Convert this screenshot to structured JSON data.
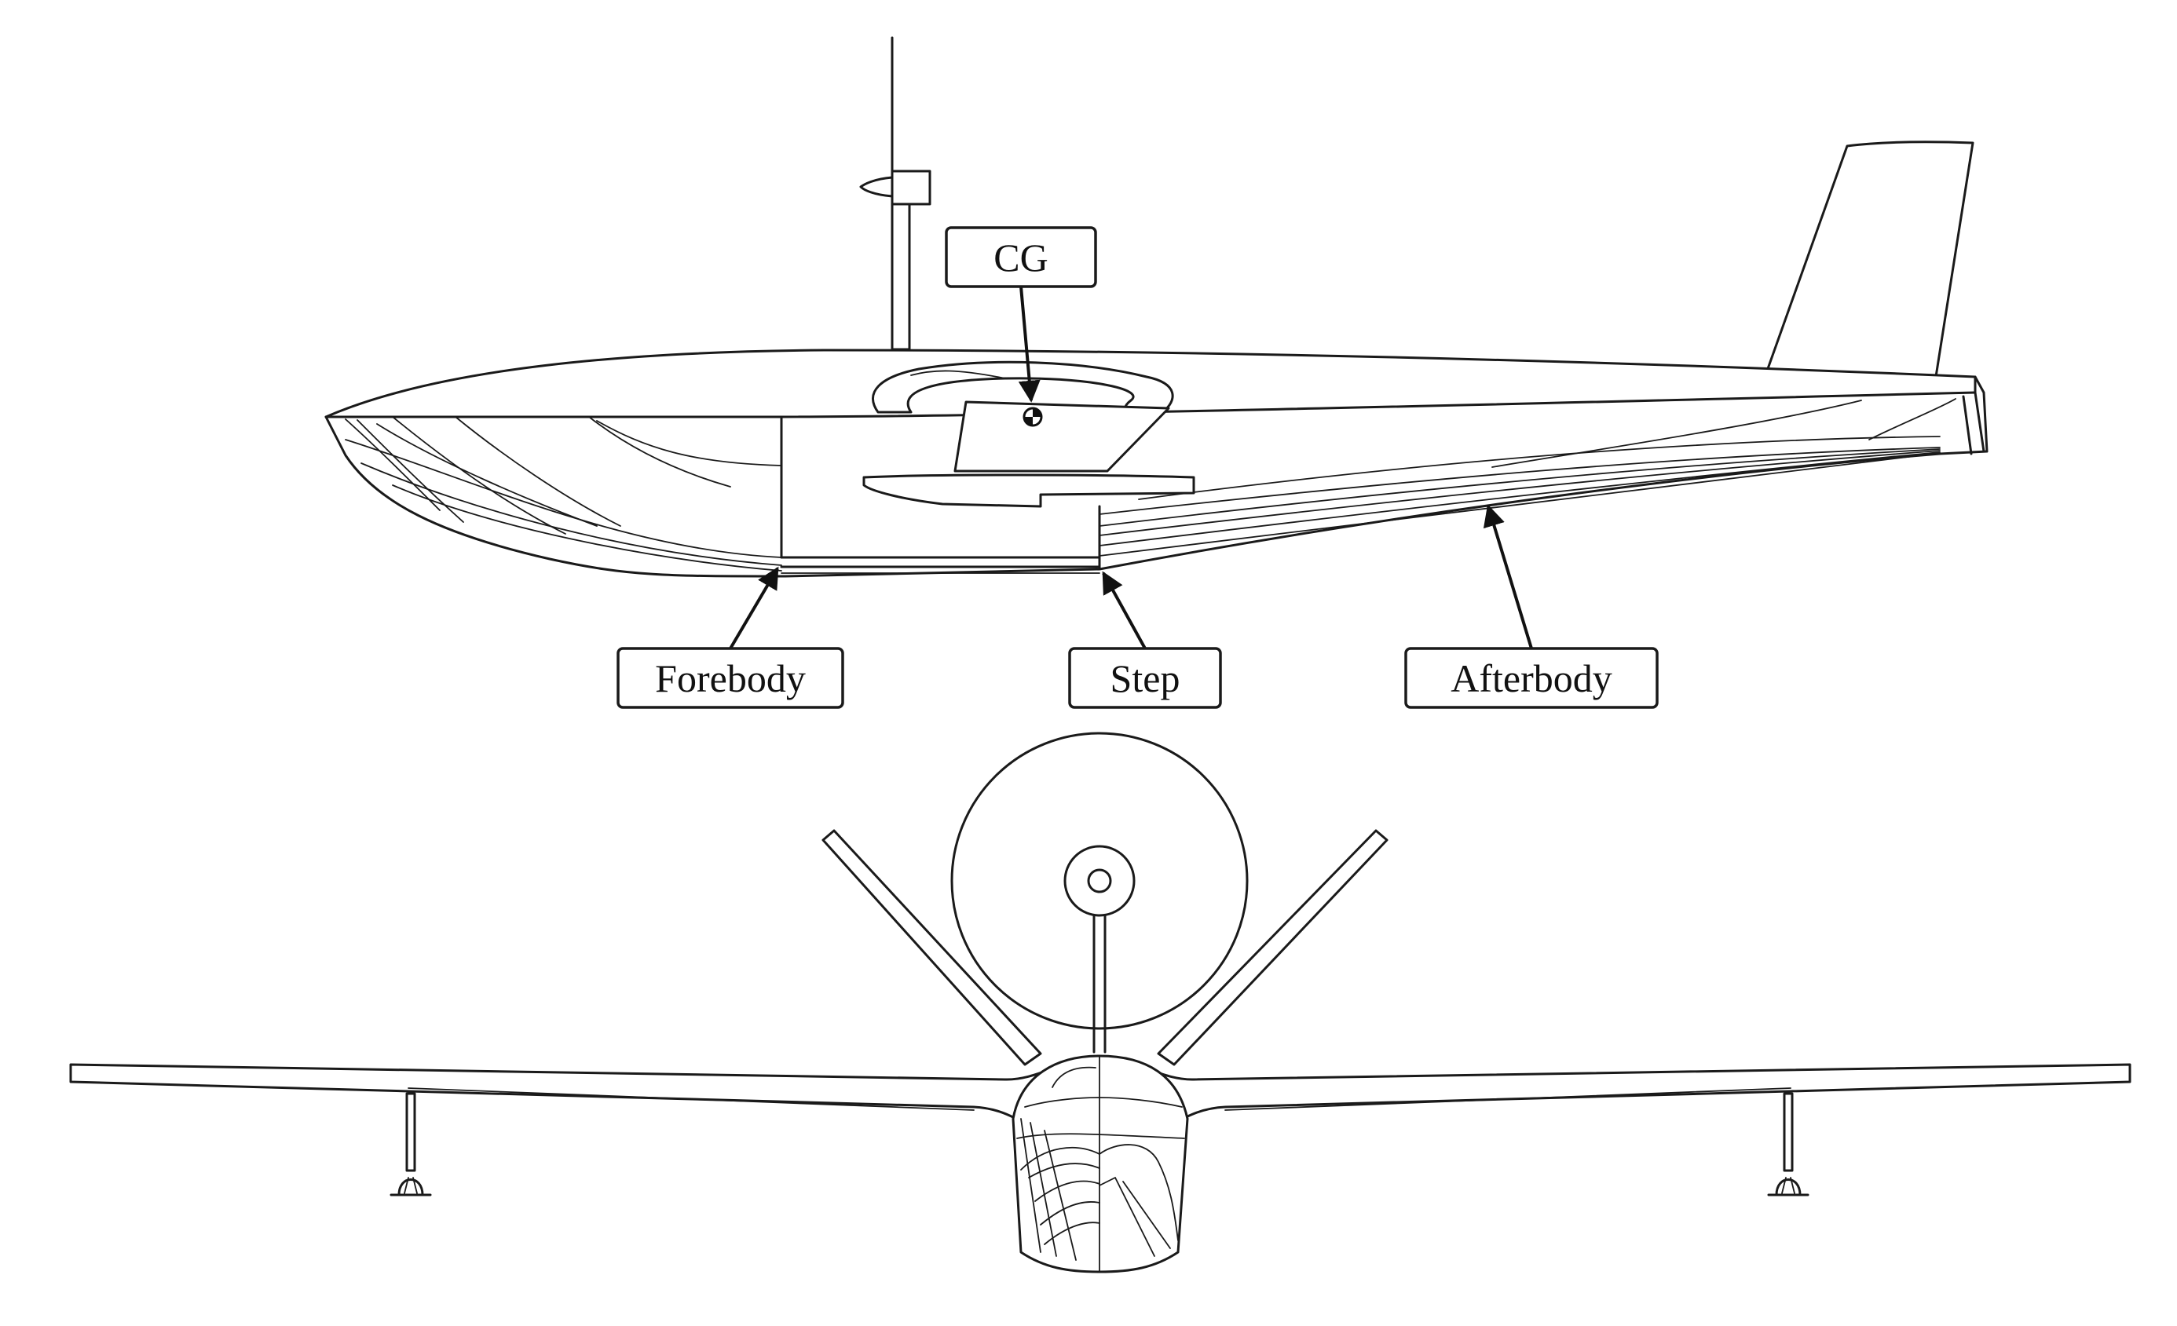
{
  "labels": {
    "cg": "CG",
    "forebody": "Forebody",
    "step": "Step",
    "afterbody": "Afterbody"
  },
  "colors": {
    "line": "#1a1a1a",
    "background": "#ffffff"
  }
}
